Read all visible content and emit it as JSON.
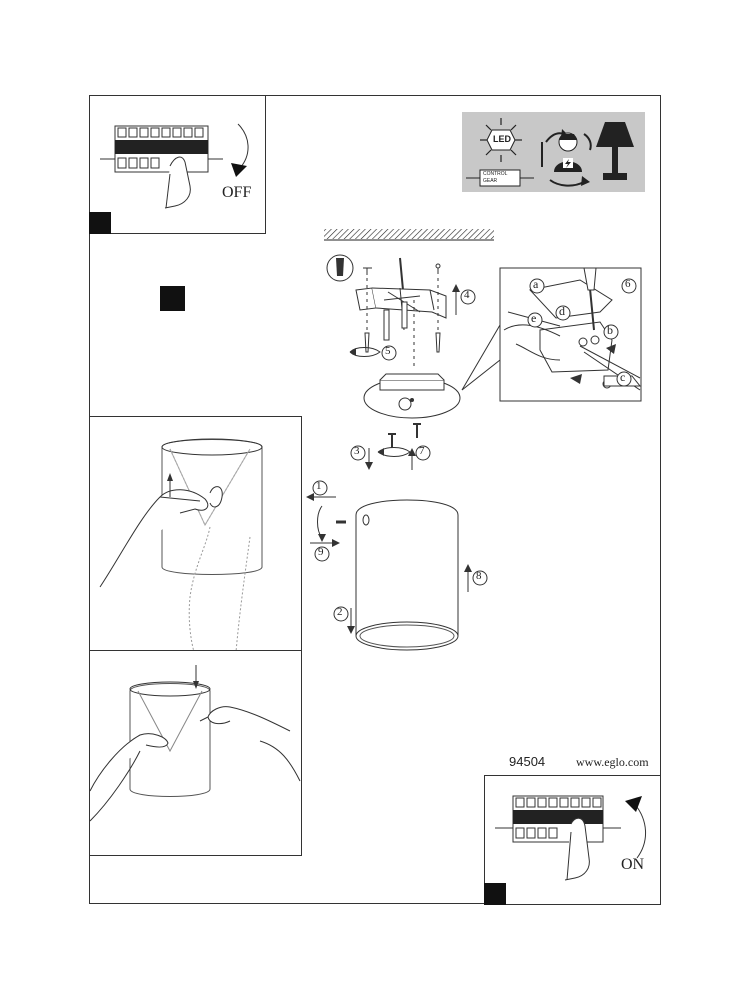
{
  "panels": {
    "off_label": "OFF",
    "on_label": "ON"
  },
  "symbols": {
    "led_label": "LED",
    "control_gear_line1": "CONTROL",
    "control_gear_line2": "GEAR"
  },
  "steps": {
    "s1": "1",
    "s2": "2",
    "s3": "3",
    "s4": "4",
    "s5": "5",
    "s6": "6",
    "s7": "7",
    "s8": "8",
    "s9": "9"
  },
  "wiring": {
    "a": "a",
    "b": "b",
    "c": "c",
    "d": "d",
    "e": "e"
  },
  "footer": {
    "model": "94504",
    "website": "www.eglo.com"
  },
  "colors": {
    "symbol_panel_bg": "#c8c8c8",
    "line": "#333333"
  }
}
